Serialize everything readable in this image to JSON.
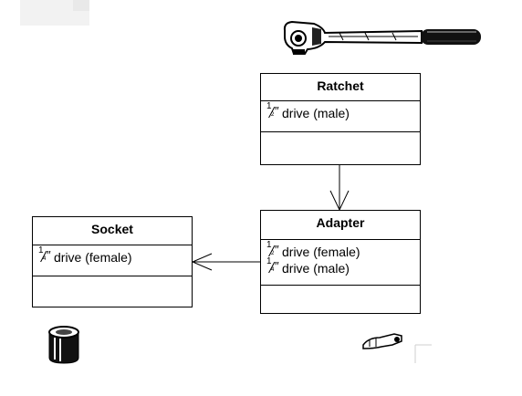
{
  "diagram": {
    "classes": [
      {
        "key": "ratchet",
        "name": "Ratchet",
        "attributes": [
          {
            "fraction": "1/2",
            "text": "drive (male)"
          }
        ]
      },
      {
        "key": "adapter",
        "name": "Adapter",
        "attributes": [
          {
            "fraction": "1/2",
            "text": "drive (female)"
          },
          {
            "fraction": "1/4",
            "text": "drive (male)"
          }
        ]
      },
      {
        "key": "socket",
        "name": "Socket",
        "attributes": [
          {
            "fraction": "1/4",
            "text": "drive (female)"
          }
        ]
      }
    ],
    "relations": [
      {
        "from": "Ratchet",
        "to": "Adapter",
        "type": "navigable-association"
      },
      {
        "from": "Adapter",
        "to": "Socket",
        "type": "navigable-association"
      }
    ],
    "illustrations": [
      "ratchet-wrench-icon",
      "socket-icon",
      "adapter-tool-icon"
    ]
  }
}
